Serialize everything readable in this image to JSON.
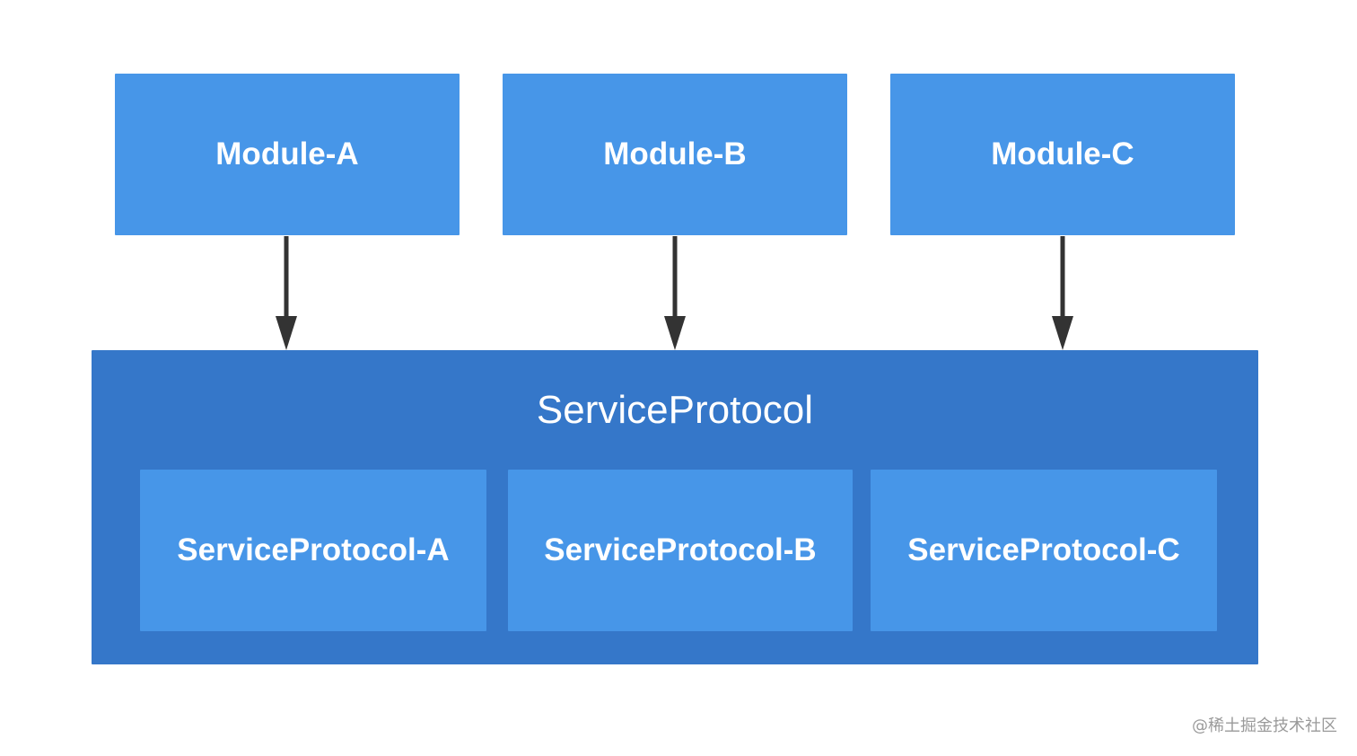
{
  "colors": {
    "module_fill": "#4796e8",
    "container_fill": "#3577c9",
    "sub_fill": "#4796e8",
    "arrow": "#333333",
    "text": "#ffffff"
  },
  "modules": [
    {
      "label": "Module-A"
    },
    {
      "label": "Module-B"
    },
    {
      "label": "Module-C"
    }
  ],
  "container": {
    "title": "ServiceProtocol",
    "children": [
      {
        "label": "ServiceProtocol-A"
      },
      {
        "label": "ServiceProtocol-B"
      },
      {
        "label": "ServiceProtocol-C"
      }
    ]
  },
  "edges": [
    {
      "from": "Module-A",
      "to": "ServiceProtocol"
    },
    {
      "from": "Module-B",
      "to": "ServiceProtocol"
    },
    {
      "from": "Module-C",
      "to": "ServiceProtocol"
    }
  ],
  "watermark": "@稀土掘金技术社区"
}
